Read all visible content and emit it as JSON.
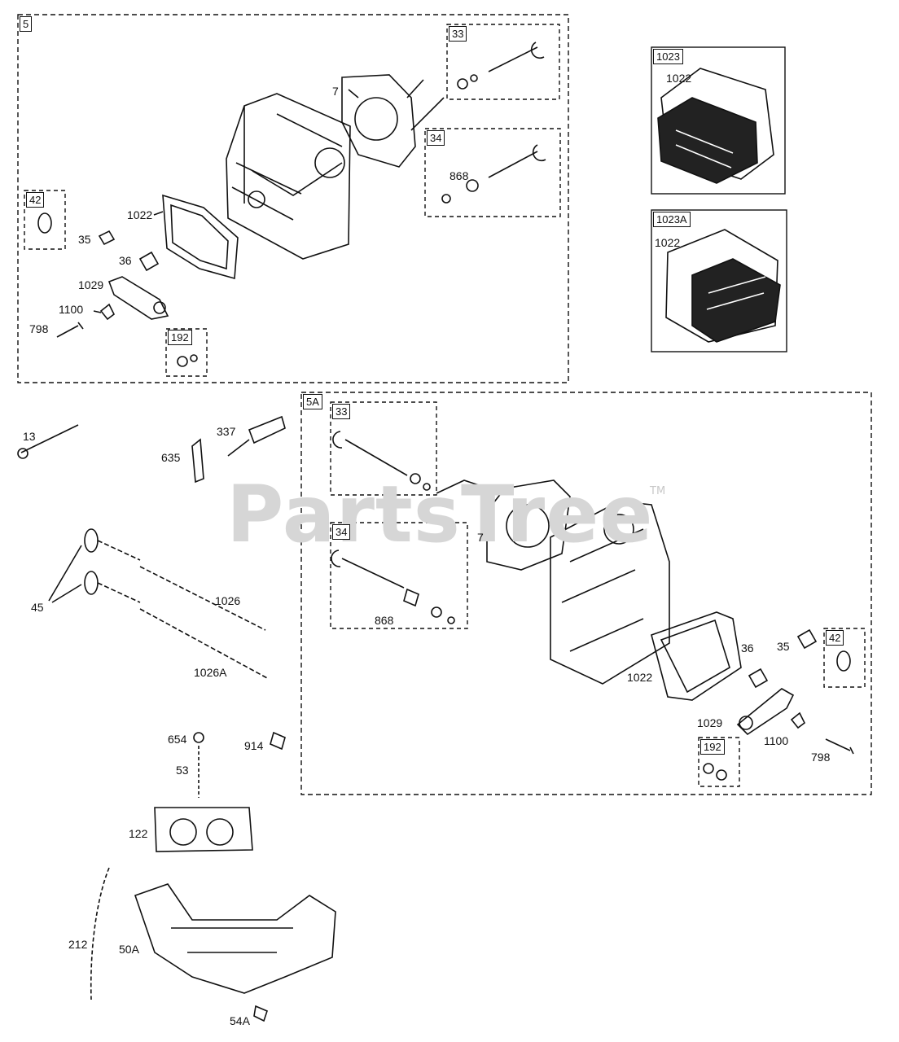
{
  "watermark": {
    "text": "PartsTree",
    "tm": "TM"
  },
  "section_tags": {
    "s5": "5",
    "s42": "42",
    "s33": "33",
    "s34": "34",
    "s192": "192",
    "s1023": "1023",
    "s1023a": "1023A",
    "s5a": "5A",
    "s33b": "33",
    "s34b": "34",
    "s42b": "42",
    "s192b": "192"
  },
  "labels": {
    "l7": "7",
    "l868": "868",
    "l1022": "1022",
    "l35": "35",
    "l36": "36",
    "l1029": "1029",
    "l1100": "1100",
    "l798": "798",
    "l1022_a": "1022",
    "l1022_b": "1022",
    "l13": "13",
    "l337": "337",
    "l635": "635",
    "l45": "45",
    "l1026": "1026",
    "l1026a": "1026A",
    "l868b": "868",
    "l7b": "7",
    "l36b": "36",
    "l35b": "35",
    "l1022b": "1022",
    "l1029b": "1029",
    "l1100b": "1100",
    "l798b": "798",
    "l654": "654",
    "l914": "914",
    "l53": "53",
    "l122": "122",
    "l212": "212",
    "l50a": "50A",
    "l54a": "54A"
  }
}
